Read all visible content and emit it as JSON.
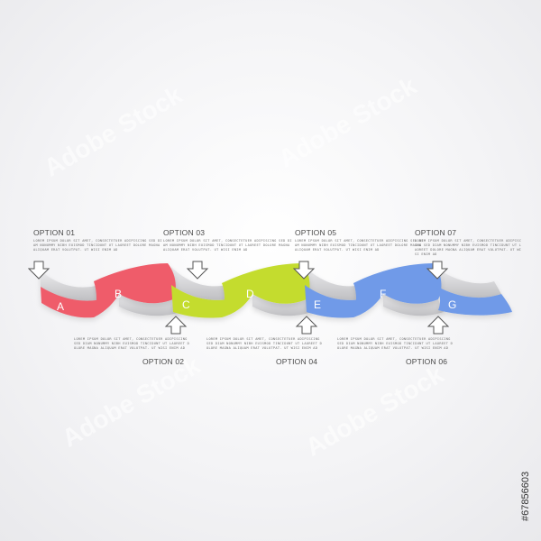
{
  "options": [
    {
      "id": "opt1",
      "title": "OPTION 01",
      "text": "LOREM IPSUM DOLOR SIT AMET, CONSECTETUER ADIPISCING SED DIAM NONUMMY NIBH EUISMOD TINCIDUNT UT LAOREET DOLORE MAGNA ALIQUAM ERAT VOLUTPAT. UT WISI ENIM AD"
    },
    {
      "id": "opt2",
      "title": "OPTION 02",
      "text": "LOREM IPSUM DOLOR SIT AMET, CONSECTETUER ADIPISCING SED DIAM NONUMMY NIBH EUISMOD TINCIDUNT UT LAOREET DOLORE MAGNA ALIQUAM ERAT VOLUTPAT. UT WISI ENIM AD"
    },
    {
      "id": "opt3",
      "title": "OPTION 03",
      "text": "LOREM IPSUM DOLOR SIT AMET, CONSECTETUER ADIPISCING SED DIAM NONUMMY NIBH EUISMOD TINCIDUNT UT LAOREET DOLORE MAGNA ALIQUAM ERAT VOLUTPAT. UT WISI ENIM AD"
    },
    {
      "id": "opt4",
      "title": "OPTION 04",
      "text": "LOREM IPSUM DOLOR SIT AMET, CONSECTETUER ADIPISCING SED DIAM NONUMMY NIBH EUISMOD TINCIDUNT UT LAOREET DOLORE MAGNA ALIQUAM ERAT VOLUTPAT. UT WISI ENIM AD"
    },
    {
      "id": "opt5",
      "title": "OPTION 05",
      "text": "LOREM IPSUM DOLOR SIT AMET, CONSECTETUER ADIPISCING SED DIAM NONUMMY NIBH EUISMOD TINCIDUNT UT LAOREET DOLORE MAGNA ALIQUAM ERAT VOLUTPAT. UT WISI ENIM AD"
    },
    {
      "id": "opt6",
      "title": "OPTION 06",
      "text": "LOREM IPSUM DOLOR SIT AMET, CONSECTETUER ADIPISCING SED DIAM NONUMMY NIBH EUISMOD TINCIDUNT UT LAOREET DOLORE MAGNA ALIQUAM ERAT VOLUTPAT. UT WISI ENIM AD"
    },
    {
      "id": "opt7",
      "title": "OPTION 07",
      "text": "LOREM IPSUM DOLOR SIT AMET, CONSECTETUER ADIPISCING SED DIAM NONUMMY NIBH EUISMOD TINCIDUNT UT LAOREET DOLORE MAGNA ALIQUAM ERAT VOLUTPAT. UT WISI ENIM AD"
    }
  ],
  "segments": [
    {
      "letter": "A",
      "color": "#ef5b6b"
    },
    {
      "letter": "B",
      "color": "#ef5b6b"
    },
    {
      "letter": "C",
      "color": "#c4dc2f"
    },
    {
      "letter": "D",
      "color": "#c4dc2f"
    },
    {
      "letter": "E",
      "color": "#6f9ae8"
    },
    {
      "letter": "F",
      "color": "#6f9ae8"
    },
    {
      "letter": "G",
      "color": "#6f9ae8"
    }
  ],
  "colors": {
    "ribbon_back": "#d6d6d8",
    "arrow_stroke": "#555555",
    "text_dark": "#4a4a4a"
  },
  "watermark": {
    "text": "Adobe Stock",
    "stock_id": "#67856603"
  }
}
